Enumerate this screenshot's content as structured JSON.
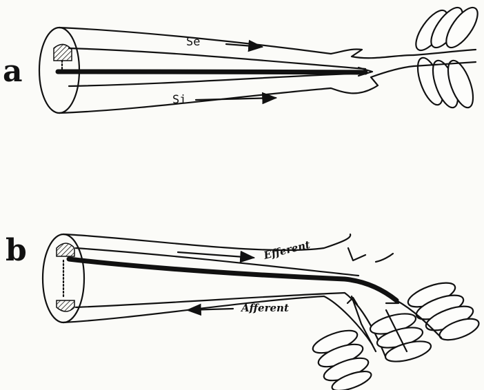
{
  "panels": [
    {
      "label": "a",
      "fibers": [
        {
          "label": "Se"
        },
        {
          "label": "Si"
        }
      ]
    },
    {
      "label": "b",
      "fibers": [
        {
          "label": "Efferent"
        },
        {
          "label": "Afferent"
        }
      ]
    }
  ]
}
